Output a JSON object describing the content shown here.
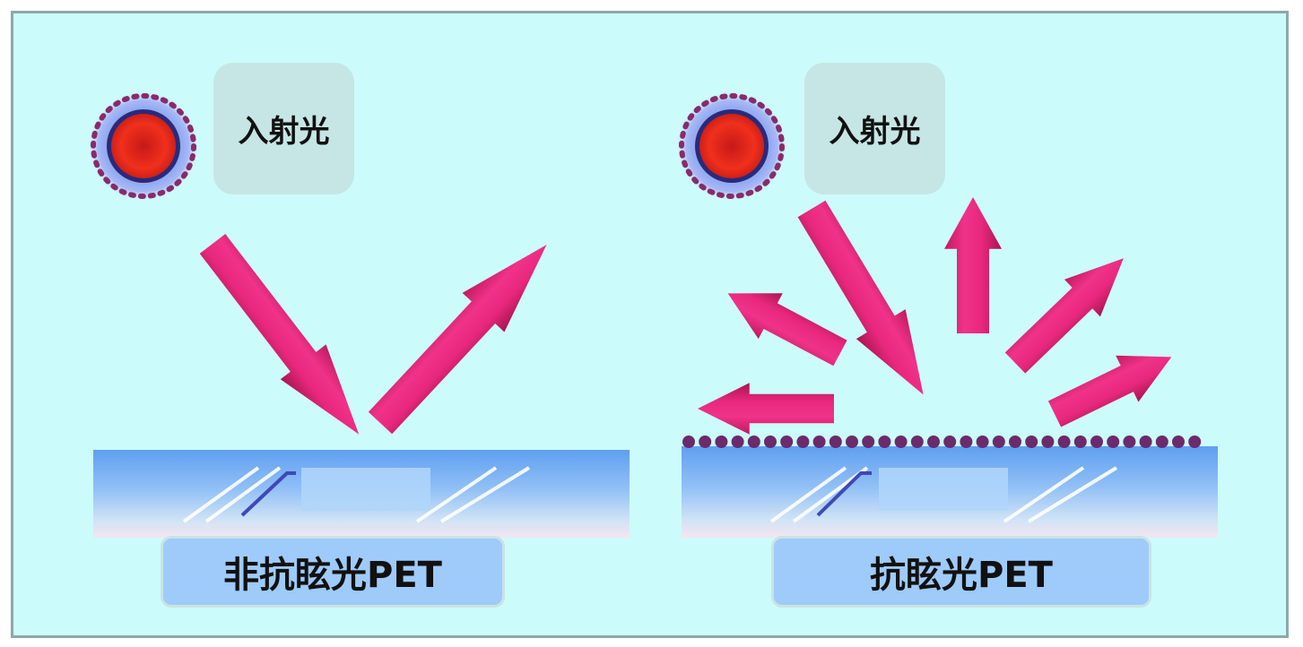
{
  "labels": {
    "incident_left": "入射光",
    "incident_right": "入射光",
    "pet_left": "非抗眩光PET",
    "pet_right": "抗眩光PET"
  },
  "colors": {
    "background": "#ccfbfb",
    "arrow": "#e0287a",
    "label_box": "#c6e6e6",
    "pet_label": "#9ecbfa",
    "light_core": "#e0281c",
    "dots": "#6b2a6b"
  }
}
